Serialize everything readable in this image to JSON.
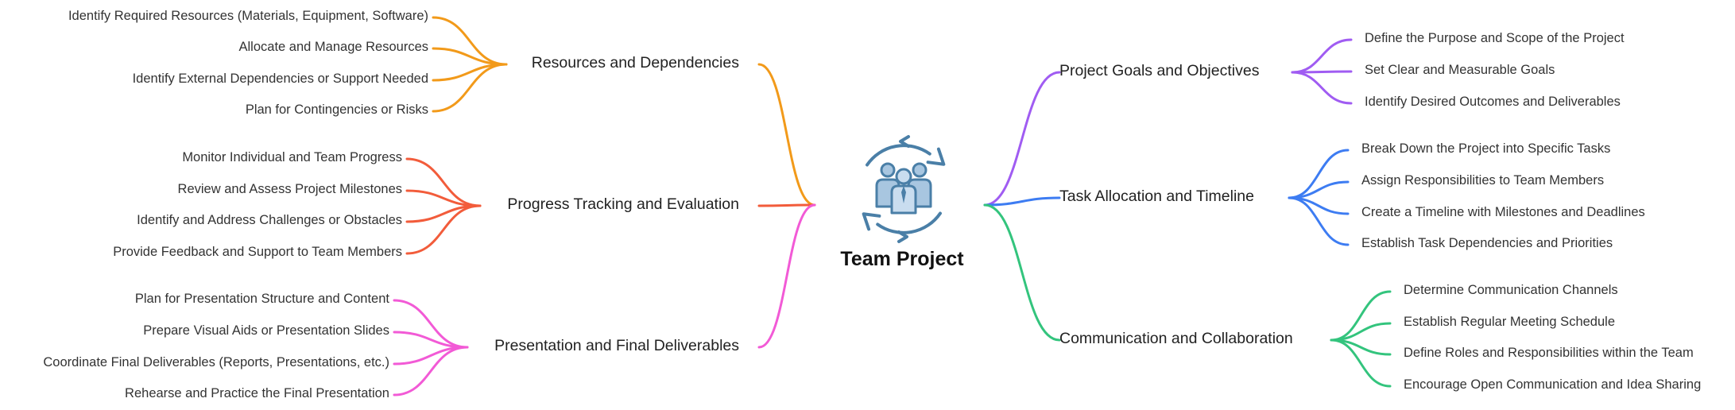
{
  "center": {
    "title": "Team Project",
    "icon": "team-people-cycle-icon",
    "icon_color": "#4a7fa7"
  },
  "branches": [
    {
      "id": "resources",
      "side": "left",
      "label": "Resources and Dependencies",
      "color": "#f29a1a",
      "leaves": [
        "Identify Required Resources (Materials, Equipment, Software)",
        "Allocate and Manage Resources",
        "Identify External Dependencies or Support Needed",
        "Plan for Contingencies or Risks"
      ]
    },
    {
      "id": "progress",
      "side": "left",
      "label": "Progress Tracking and Evaluation",
      "color": "#f25c3b",
      "leaves": [
        "Monitor Individual and Team Progress",
        "Review and Assess Project Milestones",
        "Identify and Address Challenges or Obstacles",
        "Provide Feedback and Support to Team Members"
      ]
    },
    {
      "id": "presentation",
      "side": "left",
      "label": "Presentation and Final Deliverables",
      "color": "#f25ad6",
      "leaves": [
        "Plan for Presentation Structure and Content",
        "Prepare Visual Aids or Presentation Slides",
        "Coordinate Final Deliverables (Reports, Presentations, etc.)",
        "Rehearse and Practice the Final Presentation"
      ]
    },
    {
      "id": "goals",
      "side": "right",
      "label": "Project Goals and Objectives",
      "color": "#a05cf2",
      "leaves": [
        "Define the Purpose and Scope of the Project",
        "Set Clear and Measurable Goals",
        "Identify Desired Outcomes and Deliverables"
      ]
    },
    {
      "id": "tasks",
      "side": "right",
      "label": "Task Allocation and Timeline",
      "color": "#3d7cf2",
      "leaves": [
        "Break Down the Project into Specific Tasks",
        "Assign Responsibilities to Team Members",
        "Create a Timeline with Milestones and Deadlines",
        "Establish Task Dependencies and Priorities"
      ]
    },
    {
      "id": "communication",
      "side": "right",
      "label": "Communication and Collaboration",
      "color": "#33c47d",
      "leaves": [
        "Determine Communication Channels",
        "Establish Regular Meeting Schedule",
        "Define Roles and Responsibilities within the Team",
        "Encourage Open Communication and Idea Sharing"
      ]
    }
  ]
}
